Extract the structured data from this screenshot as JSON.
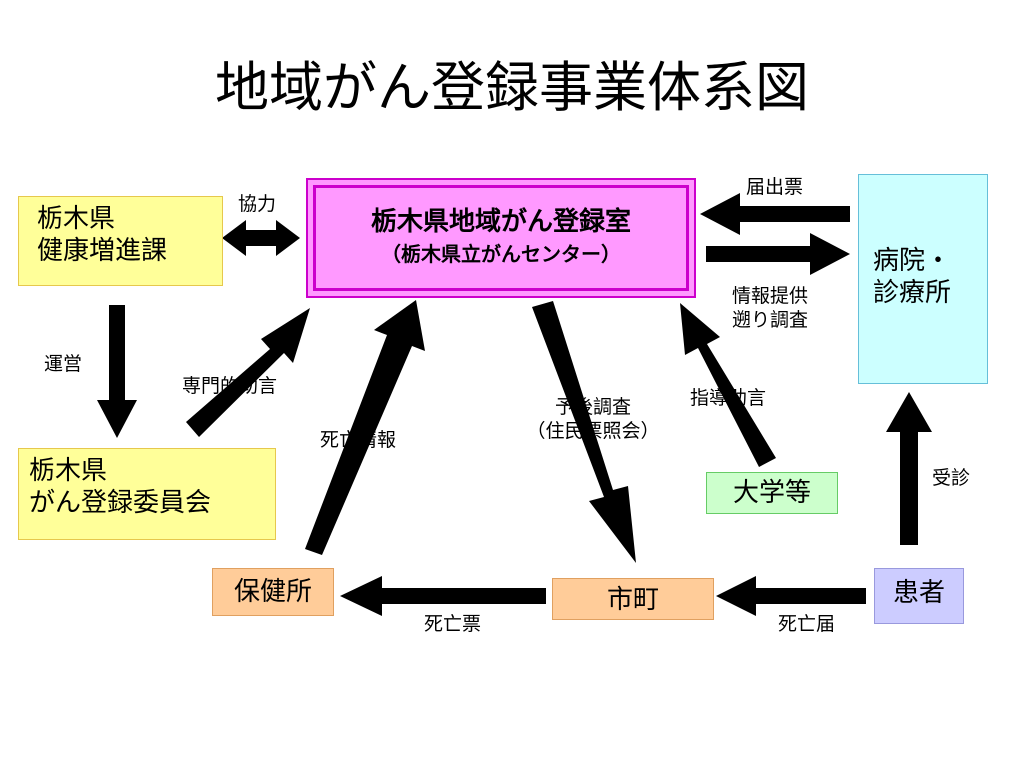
{
  "title": "地域がん登録事業体系図",
  "nodes": {
    "center": {
      "line1": "栃木県地域がん登録室",
      "line2": "（栃木県立がんセンター）"
    },
    "tochigi_health": {
      "line1": "栃木県",
      "line2": "健康増進課"
    },
    "committee": {
      "line1": "栃木県",
      "line2": "がん登録委員会"
    },
    "hospital": {
      "line1": "病院・",
      "line2": "診療所"
    },
    "university": {
      "label": "大学等"
    },
    "health_center": {
      "label": "保健所"
    },
    "municipality": {
      "label": "市町"
    },
    "patient": {
      "label": "患者"
    }
  },
  "edges": {
    "cooperation": "協力",
    "management": "運営",
    "expert_advice": "専門的助言",
    "death_info": "死亡情報",
    "prognosis": {
      "line1": "予後調査",
      "line2": "（住民票照会）"
    },
    "guidance": "指導助言",
    "report_form": "届出票",
    "retro": {
      "line1": "情報提供",
      "line2": "遡り調査"
    },
    "consultation": "受診",
    "death_certificate": "死亡票",
    "death_notice": "死亡届"
  }
}
